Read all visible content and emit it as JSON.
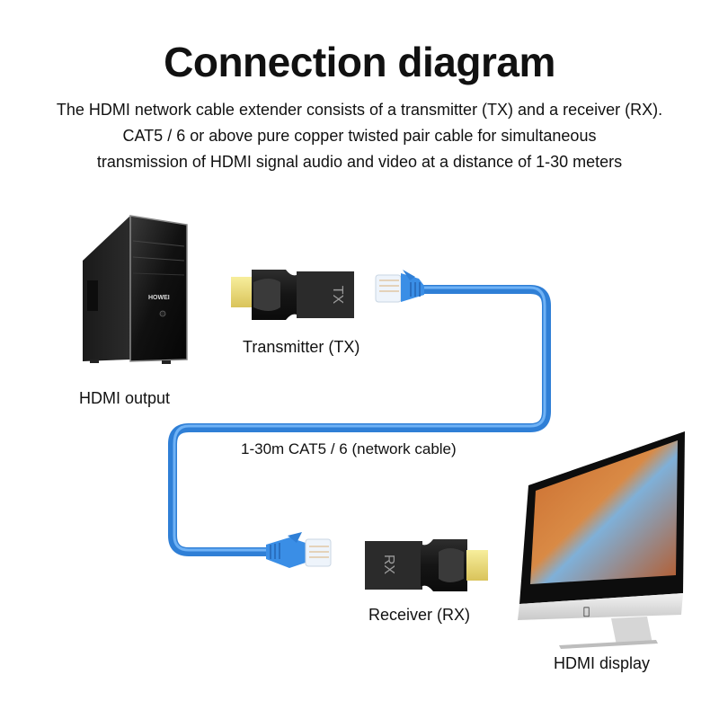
{
  "title": "Connection diagram",
  "description": {
    "line1": "The HDMI network cable extender consists of a transmitter (TX) and a receiver (RX).",
    "line2": "CAT5 / 6 or above pure copper twisted pair cable for simultaneous",
    "line3": "transmission of HDMI signal audio and video at a distance of 1-30 meters"
  },
  "nodes": {
    "source": {
      "label": "HDMI output",
      "device_brand": "HOWEI"
    },
    "transmitter": {
      "label": "Transmitter (TX)",
      "badge": "TX"
    },
    "cable": {
      "label": "1-30m CAT5 / 6 (network cable)"
    },
    "receiver": {
      "label": "Receiver (RX)",
      "badge": "RX"
    },
    "display": {
      "label": "HDMI display"
    }
  },
  "colors": {
    "cable": "#3a8ee6",
    "cable_highlight": "#6fb2f5",
    "adapter_body": "#1c1c1c",
    "hdmi_gold": "#e8d77a",
    "text": "#111111"
  }
}
